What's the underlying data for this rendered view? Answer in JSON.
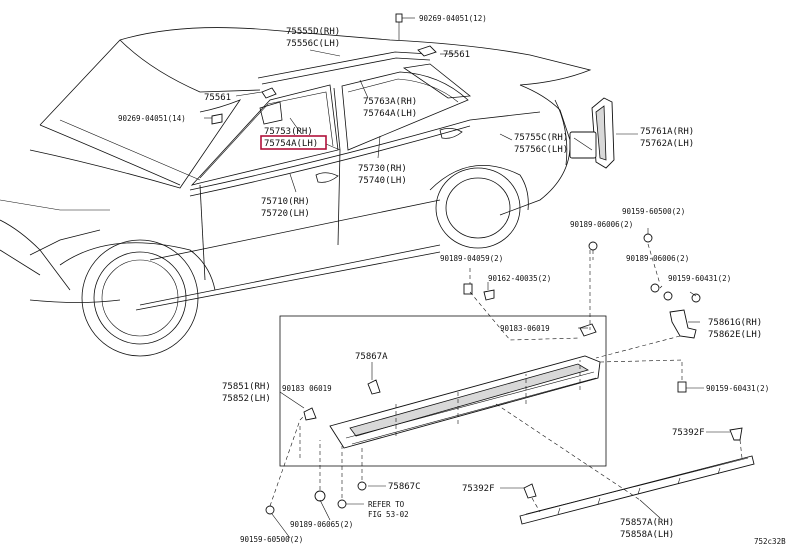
{
  "labels": {
    "p90269_04051_12": "90269-04051(12)",
    "p75555D": "75555D(RH)",
    "p75556C": "75556C(LH)",
    "p75561_top": "75561",
    "p75561_left": "75561",
    "p90269_04051_14": "90269-04051(14)",
    "p75763A": "75763A(RH)",
    "p75764A": "75764A(LH)",
    "p75753": "75753(RH)",
    "p75754A": "75754A(LH)",
    "p75755C": "75755C(RH)",
    "p75756C": "75756C(LH)",
    "p75761A": "75761A(RH)",
    "p75762A": "75762A(LH)",
    "p75730": "75730(RH)",
    "p75740": "75740(LH)",
    "p75710": "75710(RH)",
    "p75720": "75720(LH)",
    "p90159_60500_r": "90159-60500(2)",
    "p90189_06006_a": "90189-06006(2)",
    "p90189_06006_b": "90189-06006(2)",
    "p90189_04059": "90189-04059(2)",
    "p90162_40035": "90162-40035(2)",
    "p90159_60431_a": "90159-60431(2)",
    "p75861G": "75861G(RH)",
    "p75862E": "75862E(LH)",
    "p90183_06019_a": "90183-06019",
    "p75867A": "75867A",
    "p75851": "75851(RH)",
    "p75852": "75852(LH)",
    "p90183_06019_b": "90183 06019",
    "p90159_60431_b": "90159-60431(2)",
    "p75392F_a": "75392F",
    "p75867C": "75867C",
    "p75392F_b": "75392F",
    "refer_1": "REFER TO",
    "refer_2": "FIG 53-02",
    "p90189_06065": "90189-06065(2)",
    "p90159_60500_b": "90159-60500(2)",
    "p75857A": "75857A(RH)",
    "p75858A": "75858A(LH)",
    "fig_code": "752c32B"
  },
  "highlight": {
    "part": "75754A(LH)",
    "color": "#b0113a"
  }
}
